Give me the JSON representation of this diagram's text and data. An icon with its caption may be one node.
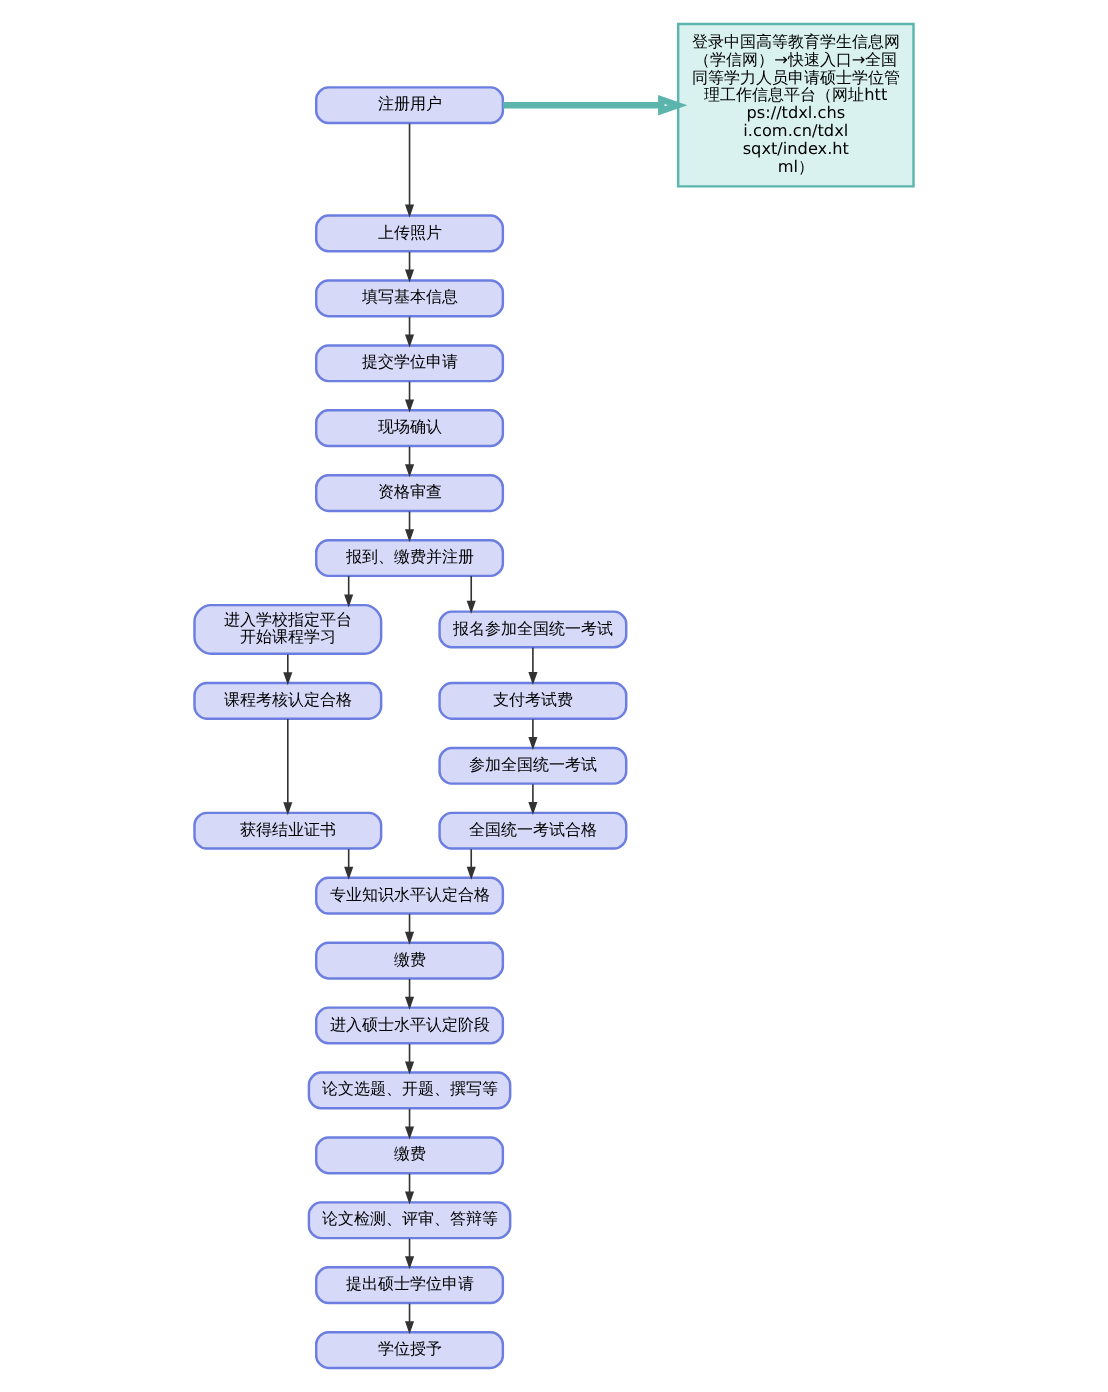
{
  "diagram": {
    "nodes": [
      {
        "text": [
          "注册用户"
        ]
      },
      {
        "text": [
          "上传照片"
        ]
      },
      {
        "text": [
          "填写基本信息"
        ]
      },
      {
        "text": [
          "提交学位申请"
        ]
      },
      {
        "text": [
          "现场确认"
        ]
      },
      {
        "text": [
          "资格审查"
        ]
      },
      {
        "text": [
          "报到、缴费并注册"
        ]
      },
      {
        "text": [
          "进入学校指定平台开始课程学习"
        ]
      },
      {
        "text": [
          "课程考核认定合格"
        ]
      },
      {
        "text": [
          "获得结业证书"
        ]
      },
      {
        "text": [
          "报名参加全国统一考试"
        ]
      },
      {
        "text": [
          "支付考试费"
        ]
      },
      {
        "text": [
          "参加全国统一考试"
        ]
      },
      {
        "text": [
          "全国统一考试合格"
        ]
      },
      {
        "text": [
          "专业知识水平认定合格"
        ]
      },
      {
        "text": [
          "缴费"
        ]
      },
      {
        "text": [
          "进入硕士水平认定阶段"
        ]
      },
      {
        "text": [
          "论文选题、开题、撰写等"
        ]
      },
      {
        "text": [
          "缴费"
        ]
      },
      {
        "text": [
          "论文检测、评审、答辩等"
        ]
      },
      {
        "text": [
          "提出硕士学位申请"
        ]
      },
      {
        "text": [
          "学位授予"
        ]
      },
      {
        "text": [
          "登录中国高等教育学生信息网（学信网）→快速入口→全国同等学力人员申请硕士学位管理工作信息平台（网址https://tdxl.chsi.com.cn/tdxlsqxt/index.html）"
        ]
      }
    ],
    "edges": [
      {
        "from": 0,
        "to": 1,
        "arrow": "to"
      },
      {
        "from": 1,
        "to": 2,
        "arrow": "to"
      },
      {
        "from": 2,
        "to": 3,
        "arrow": "to"
      },
      {
        "from": 3,
        "to": 4,
        "arrow": "to"
      },
      {
        "from": 4,
        "to": 5,
        "arrow": "to"
      },
      {
        "from": 5,
        "to": 6,
        "arrow": "to"
      },
      {
        "from": 6,
        "to": 7,
        "arrow": "to"
      },
      {
        "from": 6,
        "to": 10,
        "arrow": "to"
      },
      {
        "from": 7,
        "to": 8,
        "arrow": "to"
      },
      {
        "from": 8,
        "to": 9,
        "arrow": "to"
      },
      {
        "from": 10,
        "to": 11,
        "arrow": "to"
      },
      {
        "from": 11,
        "to": 12,
        "arrow": "to"
      },
      {
        "from": 12,
        "to": 13,
        "arrow": "to"
      },
      {
        "from": 9,
        "to": 14,
        "arrow": "to"
      },
      {
        "from": 13,
        "to": 14,
        "arrow": "to"
      },
      {
        "from": 14,
        "to": 15,
        "arrow": "to"
      },
      {
        "from": 15,
        "to": 16,
        "arrow": "to"
      },
      {
        "from": 16,
        "to": 17,
        "arrow": "to"
      },
      {
        "from": 17,
        "to": 18,
        "arrow": "to"
      },
      {
        "from": 18,
        "to": 19,
        "arrow": "to"
      },
      {
        "from": 19,
        "to": 20,
        "arrow": "to"
      },
      {
        "from": 20,
        "to": 21,
        "arrow": "to"
      },
      {
        "from": 0,
        "to": 22,
        "arrow": "to",
        "style": "thick",
        "color": "#5bb5ac"
      }
    ]
  }
}
